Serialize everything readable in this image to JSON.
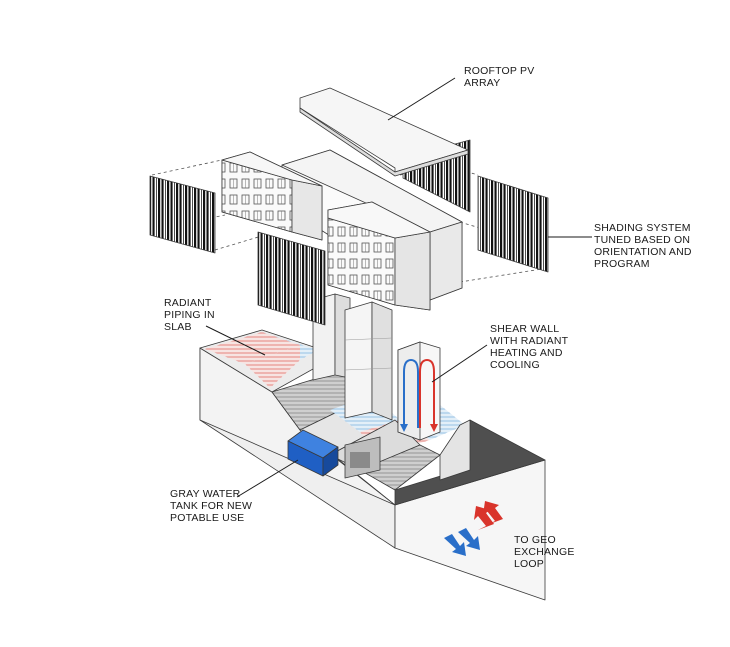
{
  "labels": {
    "pv": [
      "ROOFTOP PV",
      "ARRAY"
    ],
    "shading": [
      "SHADING SYSTEM",
      "TUNED BASED ON",
      "ORIENTATION AND",
      "PROGRAM"
    ],
    "radiant": [
      "RADIANT",
      "PIPING IN",
      "SLAB"
    ],
    "shear": [
      "SHEAR WALL",
      "WITH RADIANT",
      "HEATING AND",
      "COOLING"
    ],
    "graywater": [
      "GRAY WATER",
      "TANK FOR NEW",
      "POTABLE USE"
    ],
    "geo": [
      "TO GEO",
      "EXCHANGE",
      "LOOP"
    ]
  },
  "colors": {
    "hot": "#d9342b",
    "cold": "#2a6fc9",
    "tank": "#1f5fc4",
    "radiant_red": "#e98c88",
    "radiant_blue": "#9cc4e4",
    "ground_side": "#f1f1f1",
    "ground_top": "#e9e9e9",
    "dark_ground": "#4d4d4d"
  }
}
